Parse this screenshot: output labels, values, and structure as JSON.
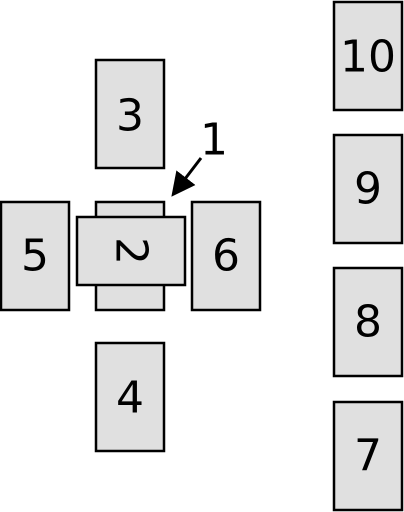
{
  "colors": {
    "card_fill": "#e0e0e0",
    "stroke": "#000000",
    "background": "#ffffff"
  },
  "cards": [
    {
      "id": "1",
      "label": "1"
    },
    {
      "id": "2",
      "label": "2"
    },
    {
      "id": "3",
      "label": "3"
    },
    {
      "id": "4",
      "label": "4"
    },
    {
      "id": "5",
      "label": "5"
    },
    {
      "id": "6",
      "label": "6"
    },
    {
      "id": "7",
      "label": "7"
    },
    {
      "id": "8",
      "label": "8"
    },
    {
      "id": "9",
      "label": "9"
    },
    {
      "id": "10",
      "label": "10"
    }
  ]
}
